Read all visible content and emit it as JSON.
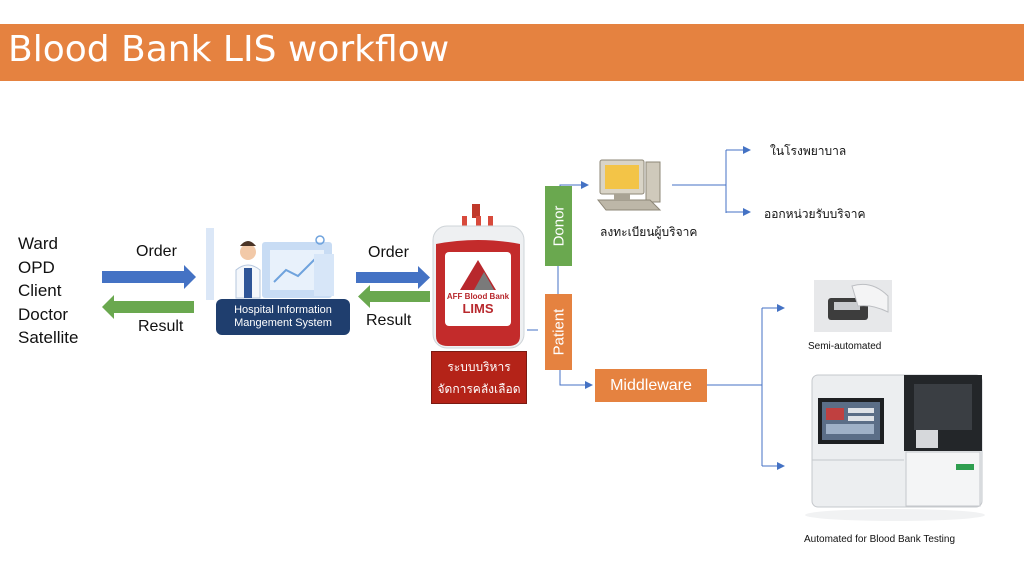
{
  "title": "Blood Bank LIS workflow",
  "sources": [
    "Ward",
    "OPD",
    "Client",
    "Doctor",
    "Satellite"
  ],
  "left_order": "Order",
  "left_result": "Result",
  "his_line1": "Hospital Information",
  "his_line2": "Mangement System",
  "right_order": "Order",
  "right_result": "Result",
  "lims_line1": "AFF Blood Bank",
  "lims_line2": "LIMS",
  "thai_box_line1": "ระบบบริหาร",
  "thai_box_line2": "จัดการคลังเลือด",
  "donor_label": "Donor",
  "patient_label": "Patient",
  "register_label": "ลงทะเบียนผู้บริจาค",
  "in_hospital_label": "ในโรงพยาบาล",
  "mobile_unit_label": "ออกหน่วยรับบริจาค",
  "middleware_label": "Middleware",
  "semi_auto_label": "Semi-automated",
  "auto_label": "Automated for Blood Bank Testing",
  "colors": {
    "title_bar": "#e58240",
    "blue_arrow": "#4472c4",
    "green_arrow": "#6aa84f",
    "his_box": "#1f3e6e",
    "red_box": "#b42318"
  }
}
